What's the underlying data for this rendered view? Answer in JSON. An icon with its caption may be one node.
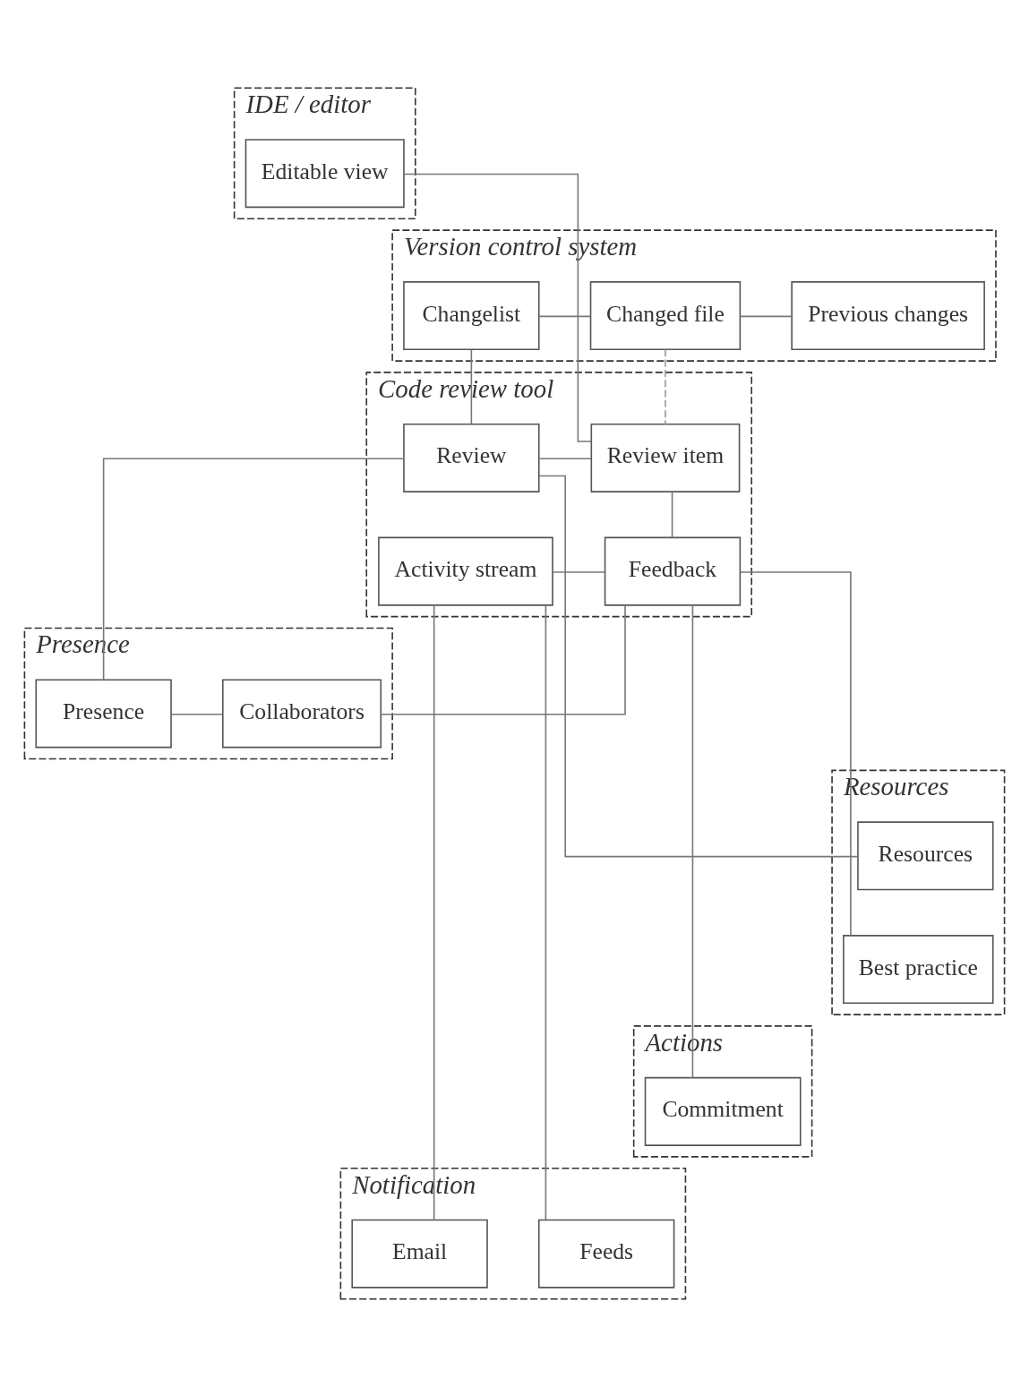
{
  "diagram": {
    "nodes": [
      {
        "text": [
          "IDE / editor"
        ]
      },
      {
        "text": [
          "Editable view"
        ],
        "in": 0
      },
      {
        "text": [
          "Version control system"
        ]
      },
      {
        "text": [
          "Changelist"
        ],
        "in": 2
      },
      {
        "text": [
          "Changed file"
        ],
        "in": 2
      },
      {
        "text": [
          "Previous changes"
        ],
        "in": 2
      },
      {
        "text": [
          "Code review tool"
        ]
      },
      {
        "text": [
          "Review"
        ],
        "in": 6
      },
      {
        "text": [
          "Review item"
        ],
        "in": 6
      },
      {
        "text": [
          "Feedback"
        ],
        "in": 6
      },
      {
        "text": [
          "Activity stream"
        ],
        "in": 6
      },
      {
        "text": [
          "Presence"
        ]
      },
      {
        "text": [
          "Presence"
        ],
        "in": 11
      },
      {
        "text": [
          "Collaborators"
        ],
        "in": 11
      },
      {
        "text": [
          "Resources"
        ]
      },
      {
        "text": [
          "Resources"
        ],
        "in": 14
      },
      {
        "text": [
          "Best practice"
        ],
        "in": 14
      },
      {
        "text": [
          "Actions"
        ]
      },
      {
        "text": [
          "Commitment"
        ],
        "in": 17
      },
      {
        "text": [
          "Notification"
        ]
      },
      {
        "text": [
          "Email"
        ],
        "in": 19
      },
      {
        "text": [
          "Feeds"
        ],
        "in": 19
      }
    ],
    "edges": [
      {
        "from": 3,
        "to": 4,
        "arrow": "none"
      },
      {
        "from": 4,
        "to": 5,
        "arrow": "none"
      },
      {
        "from": 3,
        "to": 7,
        "arrow": "none"
      },
      {
        "from": 4,
        "to": 8,
        "arrow": "none",
        "style": "dashed"
      },
      {
        "from": 7,
        "to": 8,
        "arrow": "none"
      },
      {
        "from": 1,
        "to": 8,
        "arrow": "none"
      },
      {
        "from": 8,
        "to": 9,
        "arrow": "none"
      },
      {
        "from": 9,
        "to": 10,
        "arrow": "none"
      },
      {
        "from": 7,
        "to": 12,
        "arrow": "none"
      },
      {
        "from": 7,
        "to": 15,
        "arrow": "none"
      },
      {
        "from": 9,
        "to": 13,
        "arrow": "none"
      },
      {
        "from": 9,
        "to": 16,
        "arrow": "none"
      },
      {
        "from": 9,
        "to": 18,
        "arrow": "none"
      },
      {
        "from": 12,
        "to": 13,
        "arrow": "none"
      },
      {
        "from": 10,
        "to": 20,
        "arrow": "none"
      },
      {
        "from": 10,
        "to": 21,
        "arrow": "none"
      }
    ]
  }
}
